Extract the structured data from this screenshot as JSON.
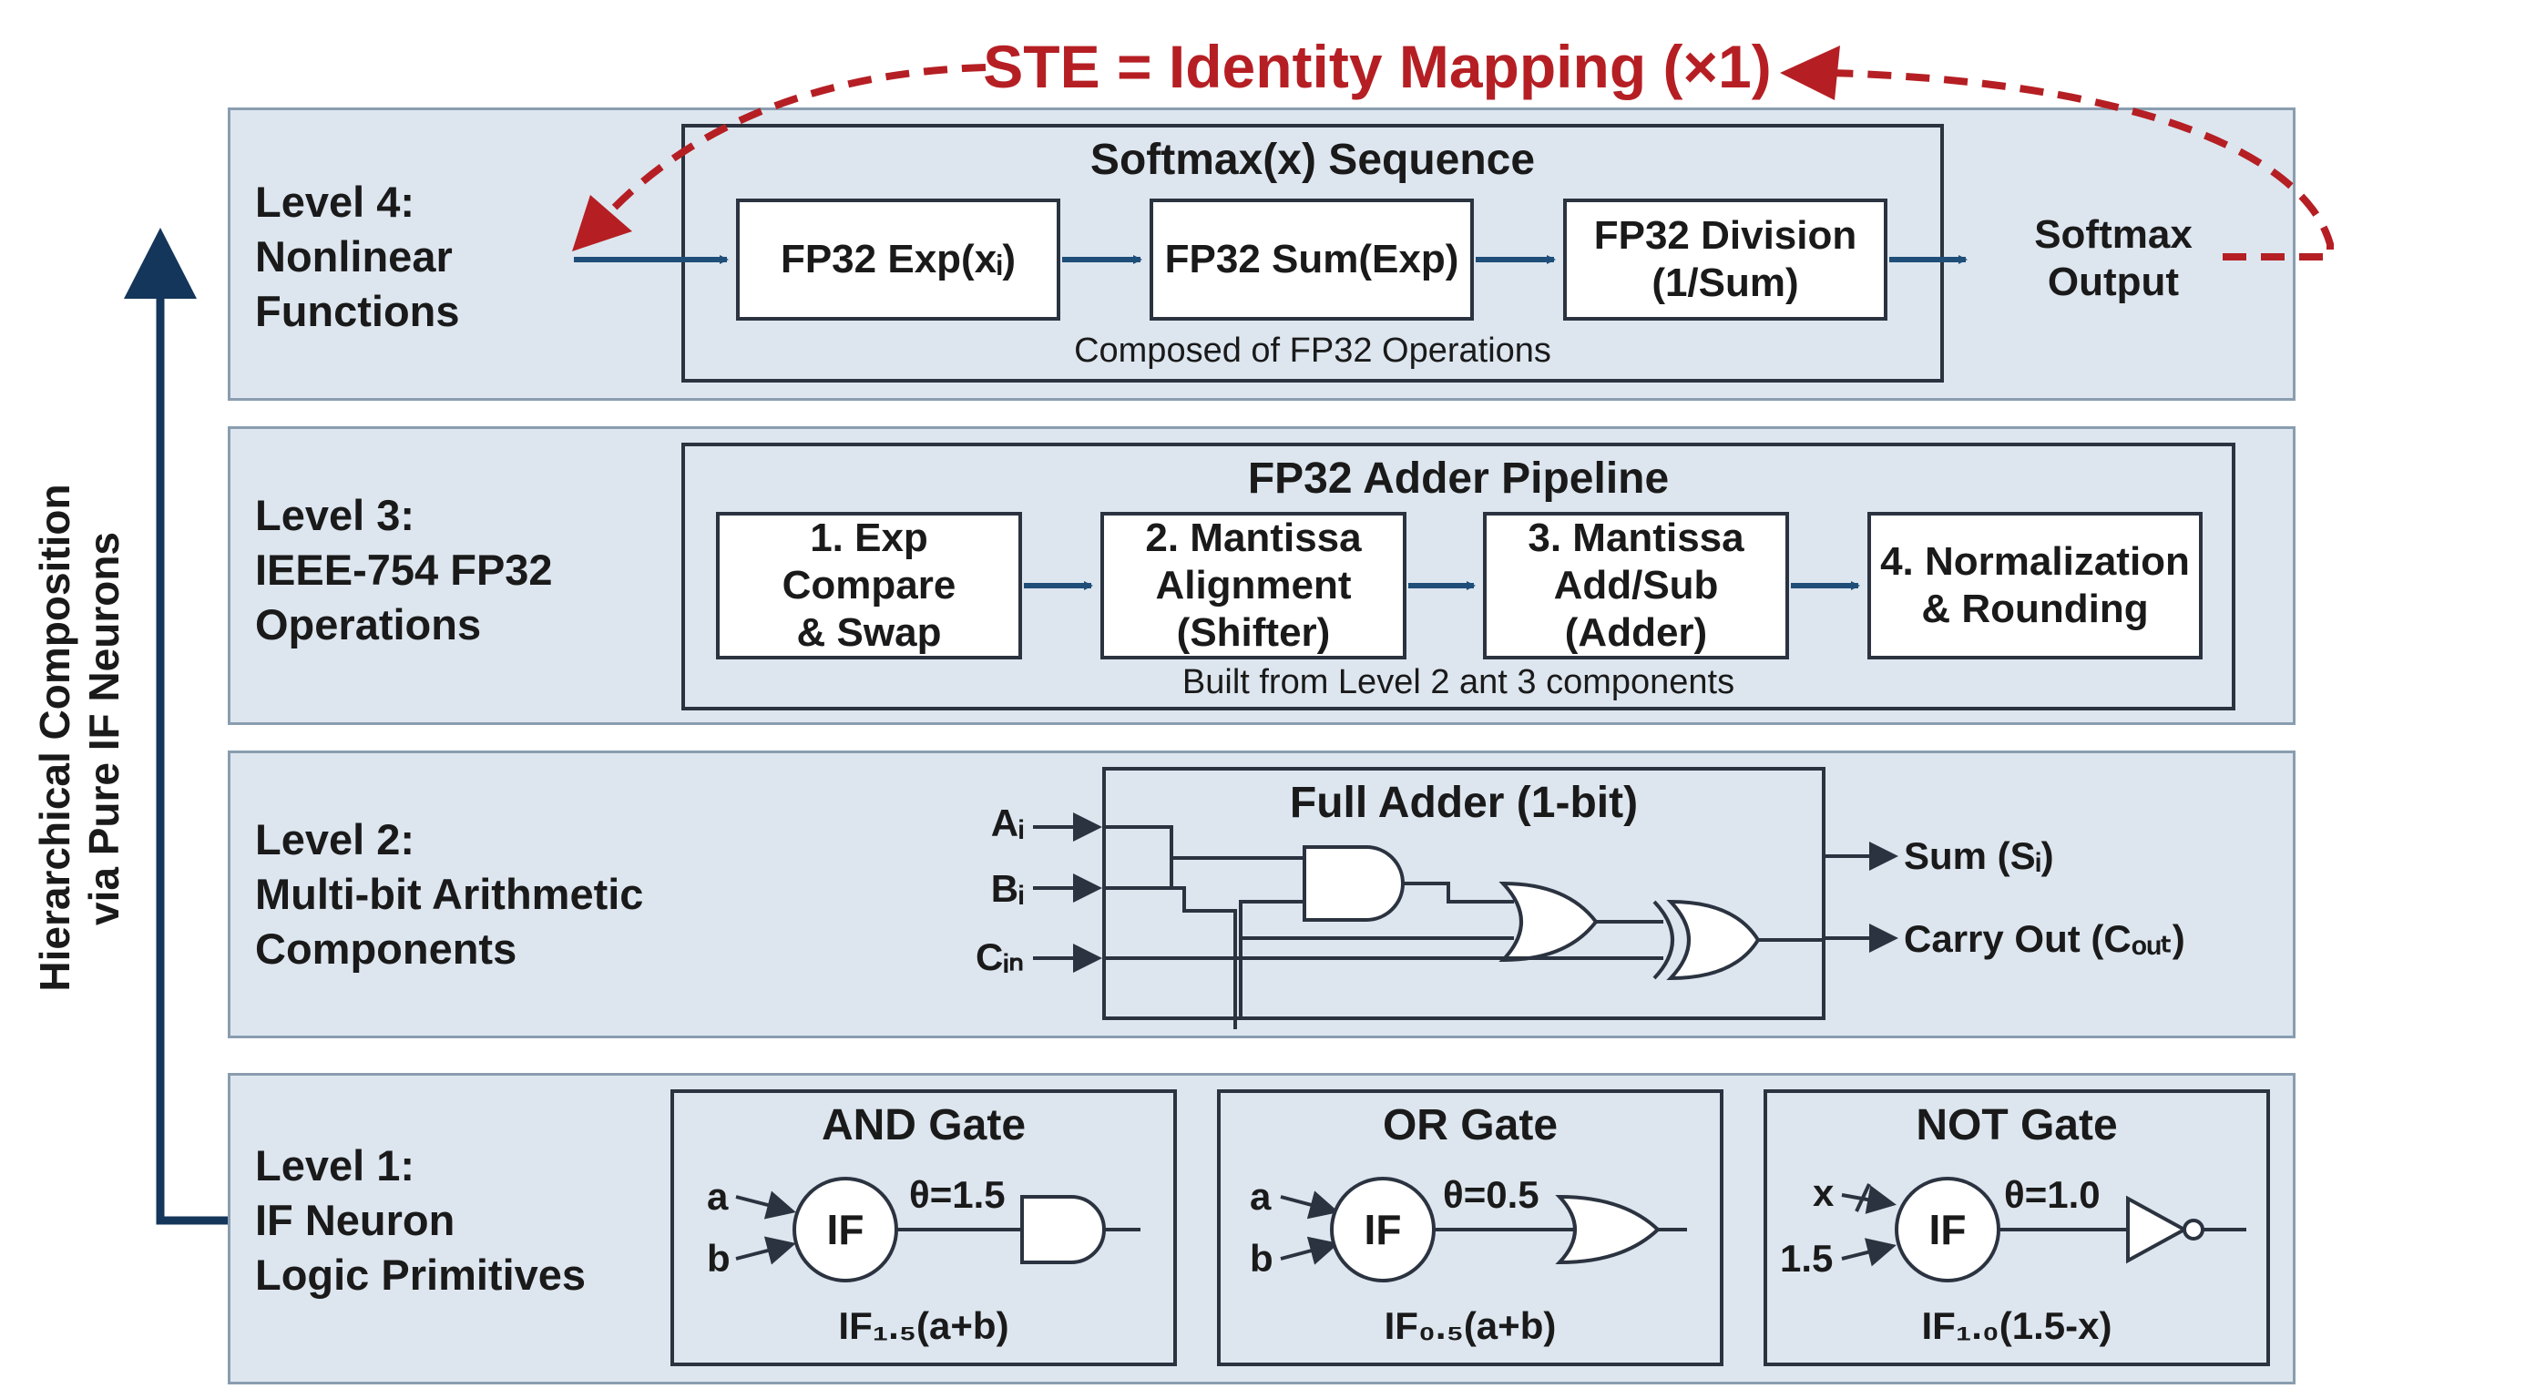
{
  "top_banner": {
    "text": "STE = Identity Mapping (×1)",
    "color": "#b51f24"
  },
  "side_label": {
    "line1": "Hierarchical Composition",
    "line2": "via Pure IF Neurons"
  },
  "level4": {
    "label": "Level 4:\nNonlinear\nFunctions",
    "title": "Softmax(x) Sequence",
    "box1": "FP32 Exp(xᵢ)",
    "box2": "FP32 Sum(Exp)",
    "box3": "FP32 Division\n(1/Sum)",
    "output": "Softmax\nOutput",
    "caption": "Composed of FP32 Operations"
  },
  "level3": {
    "label": "Level 3:\nIEEE-754 FP32\nOperations",
    "title": "FP32 Adder Pipeline",
    "step1": "1. Exp\nCompare\n& Swap",
    "step2": "2. Mantissa\nAlignment\n(Shifter)",
    "step3": "3. Mantissa\nAdd/Sub\n(Adder)",
    "step4": "4. Normalization\n& Rounding",
    "caption": "Built from Level 2 ant 3 components"
  },
  "level2": {
    "label": "Level 2:\nMulti-bit Arithmetic\nComponents",
    "title": "Full Adder (1-bit)",
    "input_a": "Aᵢ",
    "input_b": "Bᵢ",
    "input_c": "Cᵢₙ",
    "out_sum": "Sum (Sᵢ)",
    "out_carry": "Carry Out (Cₒᵤₜ)"
  },
  "level1": {
    "label": "Level 1:\nIF Neuron\nLogic Primitives",
    "and_gate": {
      "title": "AND Gate",
      "in1": "a",
      "in2": "b",
      "neuron": "IF",
      "theta": "θ=1.5",
      "formula": "IF₁.₅(a+b)"
    },
    "or_gate": {
      "title": "OR Gate",
      "in1": "a",
      "in2": "b",
      "neuron": "IF",
      "theta": "θ=0.5",
      "formula": "IF₀.₅(a+b)"
    },
    "not_gate": {
      "title": "NOT Gate",
      "in1": "x",
      "in2": "1.5",
      "neuron": "IF",
      "theta": "θ=1.0",
      "formula": "IF₁.₀(1.5-x)"
    }
  },
  "colors": {
    "band_fill": "#dde6ef",
    "band_border": "#8a9db0",
    "arrow_blue": "#1f4e79",
    "dark": "#2b3340",
    "red": "#b51f24"
  }
}
